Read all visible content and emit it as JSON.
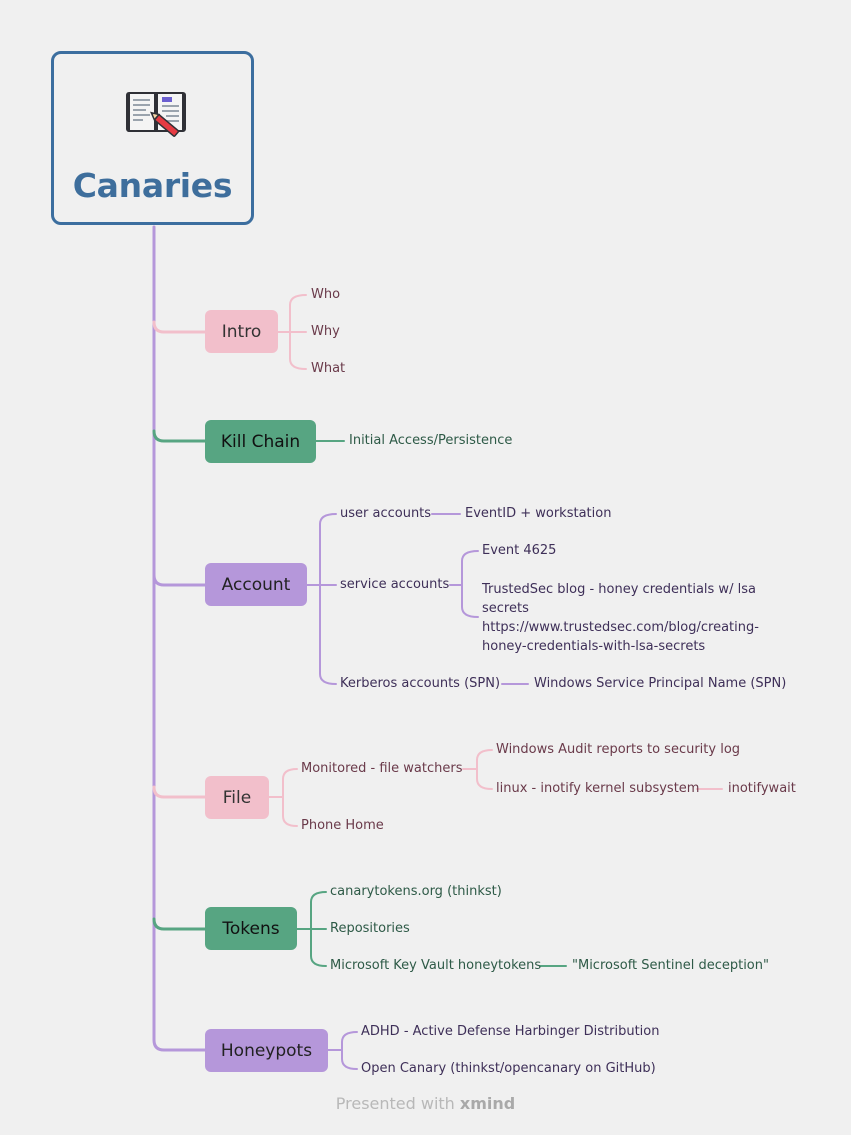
{
  "root": {
    "title": "Canaries",
    "icon": "book-with-pencil-icon"
  },
  "colors": {
    "root_border": "#3c6e9f",
    "trunk": "#b597da",
    "pink": "#f2bfcb",
    "green": "#57a582",
    "purple": "#b597da"
  },
  "topics": {
    "intro": {
      "label": "Intro",
      "children": [
        "Who",
        "Why",
        "What"
      ]
    },
    "kill_chain": {
      "label": "Kill Chain",
      "children": [
        "Initial Access/Persistence"
      ]
    },
    "account": {
      "label": "Account",
      "user_accounts": "user accounts",
      "user_accounts_detail": "EventID + workstation",
      "service_accounts": "service accounts",
      "service_event": "Event 4625",
      "service_blog": "TrustedSec blog - honey credentials w/ lsa secrets",
      "service_url": "https://www.trustedsec.com/blog/creating-honey-credentials-with-lsa-secrets",
      "kerberos": "Kerberos accounts (SPN)",
      "kerberos_detail": "Windows Service Principal Name (SPN)"
    },
    "file": {
      "label": "File",
      "monitored": "Monitored - file watchers",
      "windows_audit": "Windows Audit reports to security log",
      "linux_inotify": "linux - inotify kernel subsystem",
      "inotifywait": "inotifywait",
      "phone_home": "Phone Home"
    },
    "tokens": {
      "label": "Tokens",
      "canarytokens": "canarytokens.org (thinkst)",
      "repositories": "Repositories",
      "key_vault": "Microsoft Key Vault honeytokens",
      "sentinel": "\"Microsoft Sentinel deception\""
    },
    "honeypots": {
      "label": "Honeypots",
      "adhd": "ADHD - Active Defense Harbinger Distribution",
      "open_canary": "Open Canary (thinkst/opencanary on GitHub)"
    }
  },
  "footer": {
    "prefix": "Presented with",
    "brand": "xmind"
  }
}
